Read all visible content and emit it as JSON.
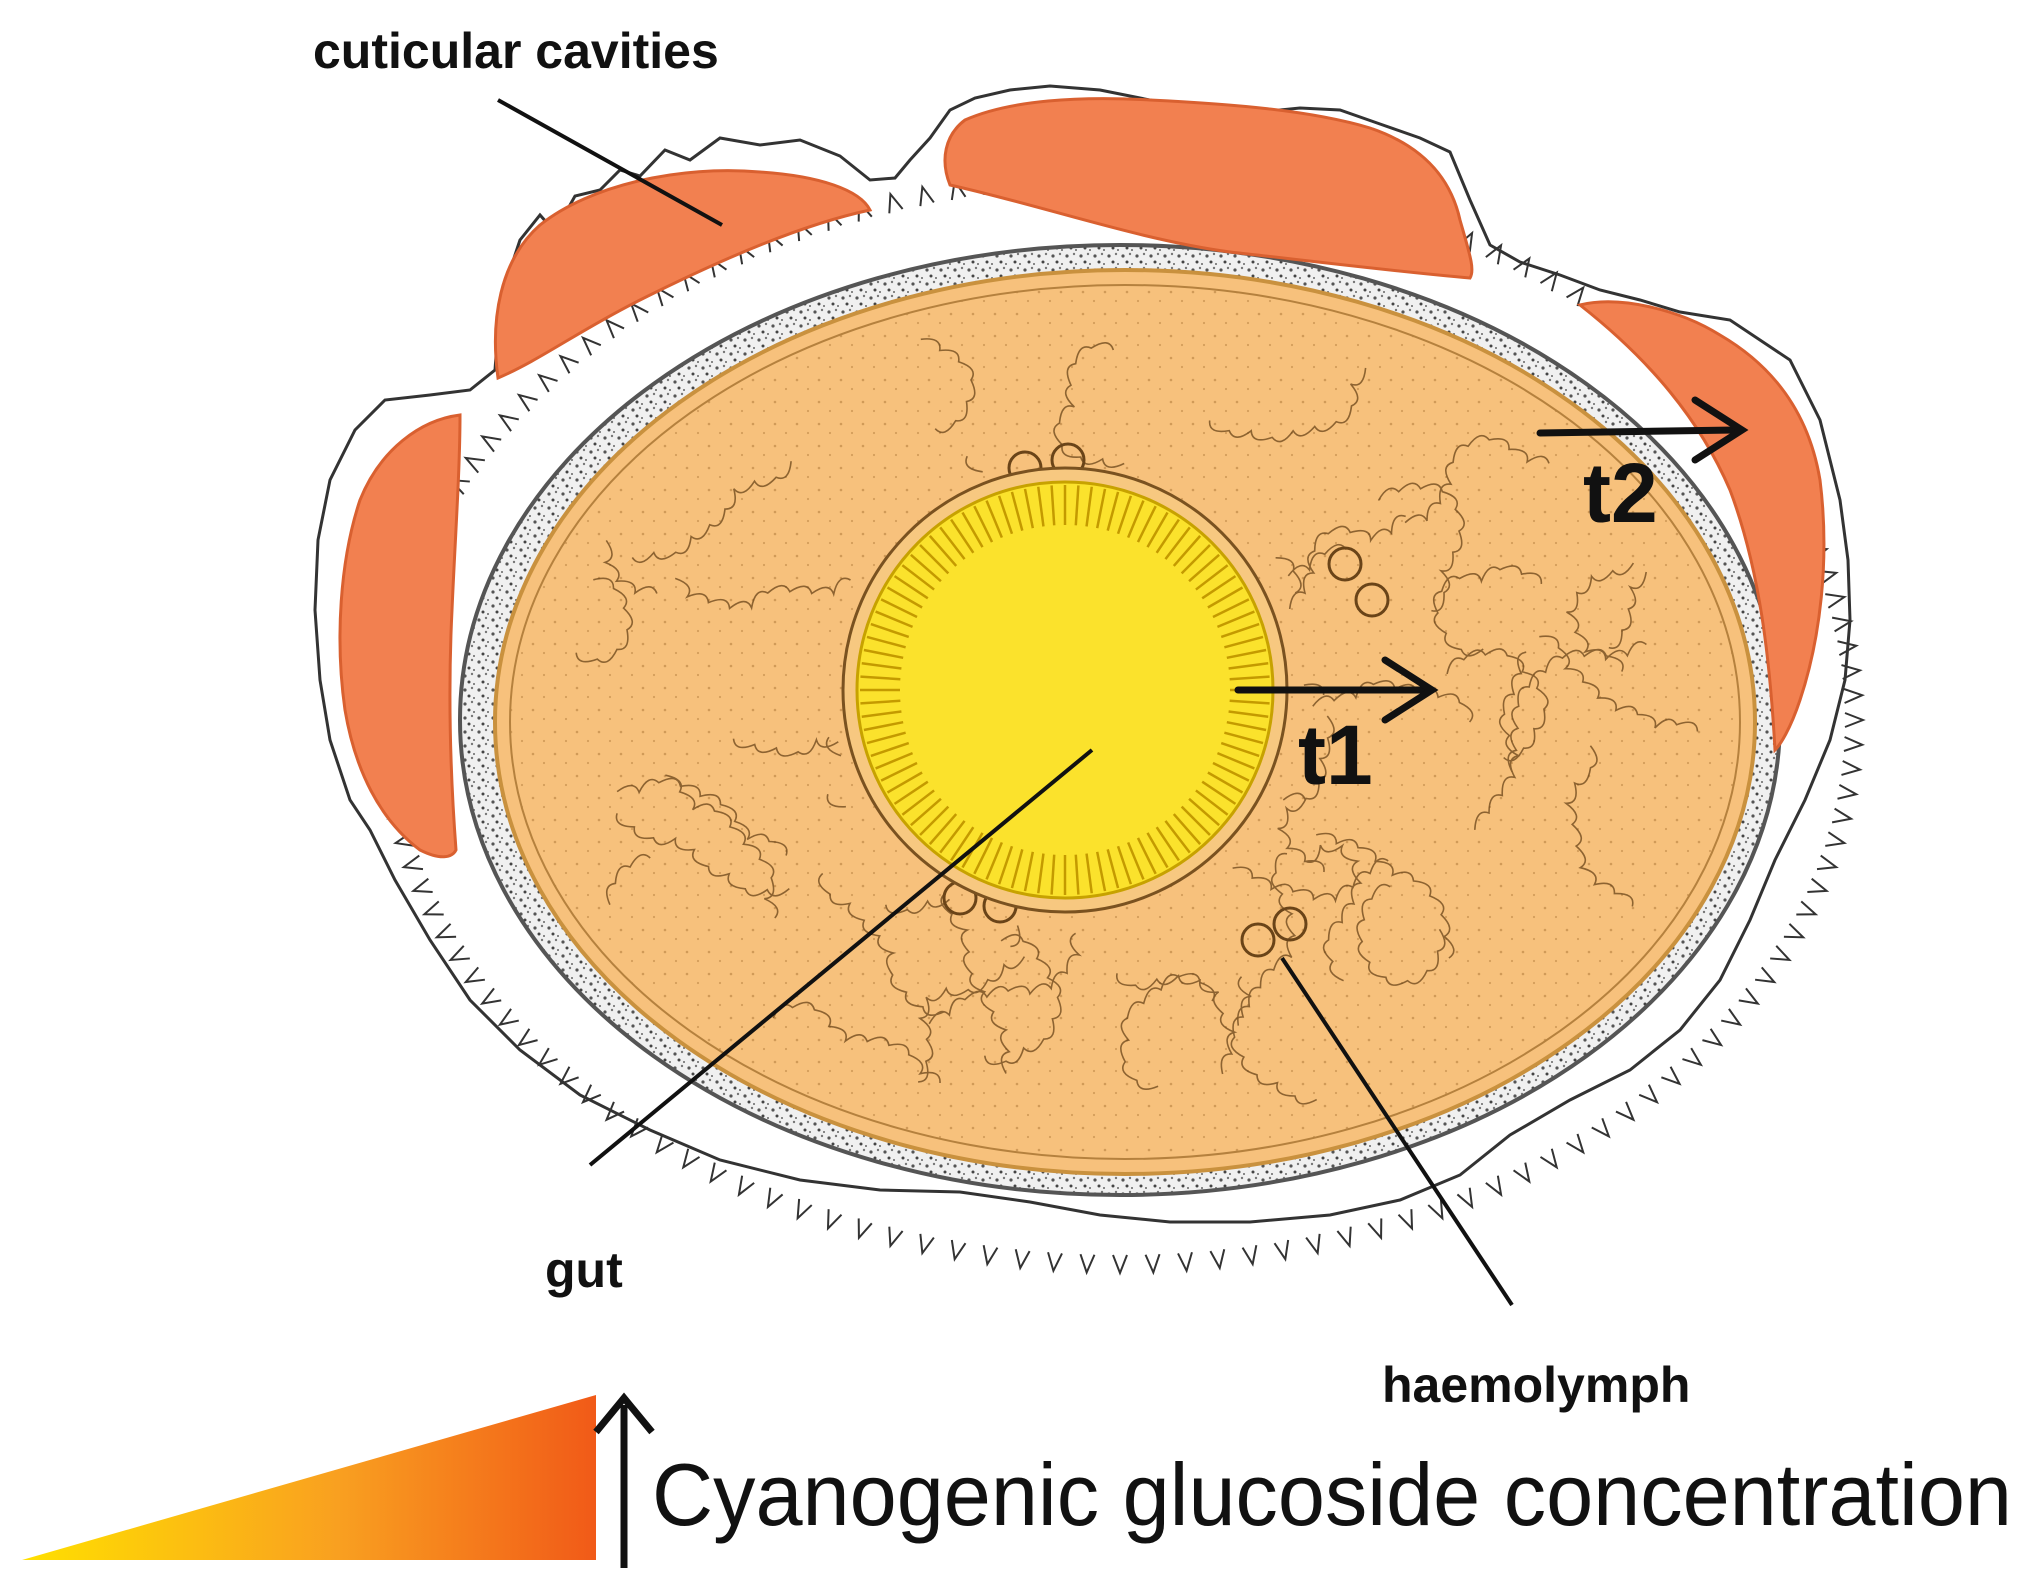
{
  "labels": {
    "cuticular_cavities": "cuticular cavities",
    "gut": "gut",
    "haemolymph": "haemolymph",
    "t1": "t1",
    "t2": "t2"
  },
  "legend": {
    "text": "Cyanogenic glucoside concentration",
    "gradient_low_color": "#ffe000",
    "gradient_high_color": "#f15a18"
  },
  "colors": {
    "cavity": "#f28050",
    "haemolymph": "#f7c17c",
    "gut": "#fbe22c",
    "cuticle": "#8a8a8a",
    "ink": "#111111"
  }
}
